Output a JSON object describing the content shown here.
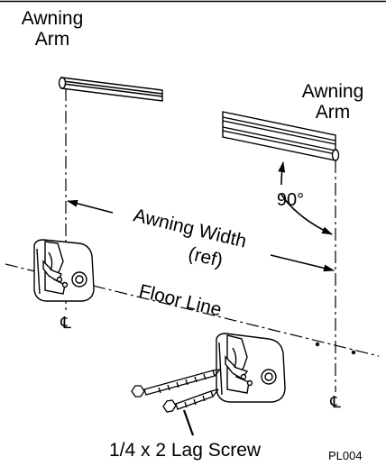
{
  "labels": {
    "left_arm_line1": "Awning",
    "left_arm_line2": "Arm",
    "right_arm_line1": "Awning",
    "right_arm_line2": "Arm",
    "angle": "90°",
    "width_line1": "Awning Width",
    "width_line2": "(ref)",
    "floor_line": "Floor Line",
    "centerline_left": "℄",
    "centerline_right": "℄",
    "screw": "1/4 x 2 Lag Screw",
    "figure_code": "PL004"
  },
  "colors": {
    "line": "#000000",
    "background": "#ffffff",
    "part_fill": "#ffffff"
  }
}
